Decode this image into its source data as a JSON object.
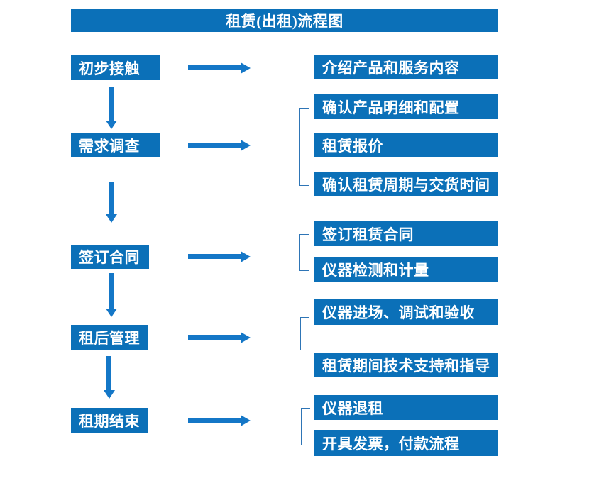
{
  "title": "租赁(出租)流程图",
  "colors": {
    "box": "#0B70B8",
    "arrow": "#1477C7",
    "bracket": "#2E75B6",
    "text": "#FFFFFF"
  },
  "stages": [
    {
      "label": "初步接触",
      "outputs": [
        "介绍产品和服务内容"
      ]
    },
    {
      "label": "需求调查",
      "outputs": [
        "确认产品明细和配置",
        "租赁报价",
        "确认租赁周期与交货时间"
      ]
    },
    {
      "label": "签订合同",
      "outputs": [
        "签订租赁合同",
        "仪器检测和计量"
      ]
    },
    {
      "label": "租后管理",
      "outputs": [
        "仪器进场、调试和验收",
        "租赁期间技术支持和指导"
      ]
    },
    {
      "label": "租期结束",
      "outputs": [
        "仪器退租",
        "开具发票，付款流程"
      ]
    }
  ]
}
